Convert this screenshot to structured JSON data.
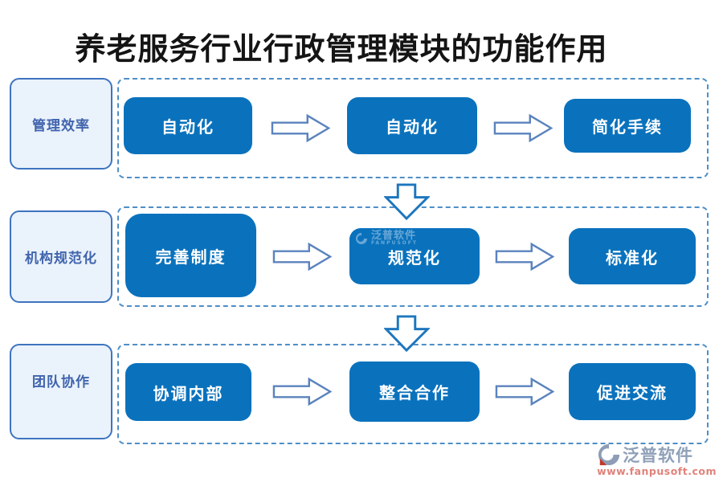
{
  "title": {
    "text": "养老服务行业行政管理模块的功能作用"
  },
  "rows": [
    {
      "label": "管理效率",
      "steps": [
        "自动化",
        "自动化",
        "简化手续"
      ]
    },
    {
      "label": "机构规范化",
      "steps": [
        "完善制度",
        "规范化",
        "标准化"
      ]
    },
    {
      "label": "团队协作",
      "steps": [
        "协调内部",
        "整合合作",
        "促进交流"
      ]
    }
  ],
  "inline_watermark": {
    "brand": "泛普软件",
    "sub": "FANPUSOFT"
  },
  "watermark": {
    "brand": "泛普软件",
    "url": "www.fanpusoft.com"
  },
  "colors": {
    "title": "#141414",
    "box_blue": "#0a72bd",
    "dash": "#4e8fc7",
    "label_border": "#3e74bf",
    "label_bg": "#eaf2fb",
    "label_text": "#4064ad",
    "arrow_outline": "#5b83bd",
    "darrow_outline": "#1e76bd",
    "brand_gray": "#8fa0b8",
    "url_red": "#e0827a",
    "logo_red": "#c0392b"
  }
}
